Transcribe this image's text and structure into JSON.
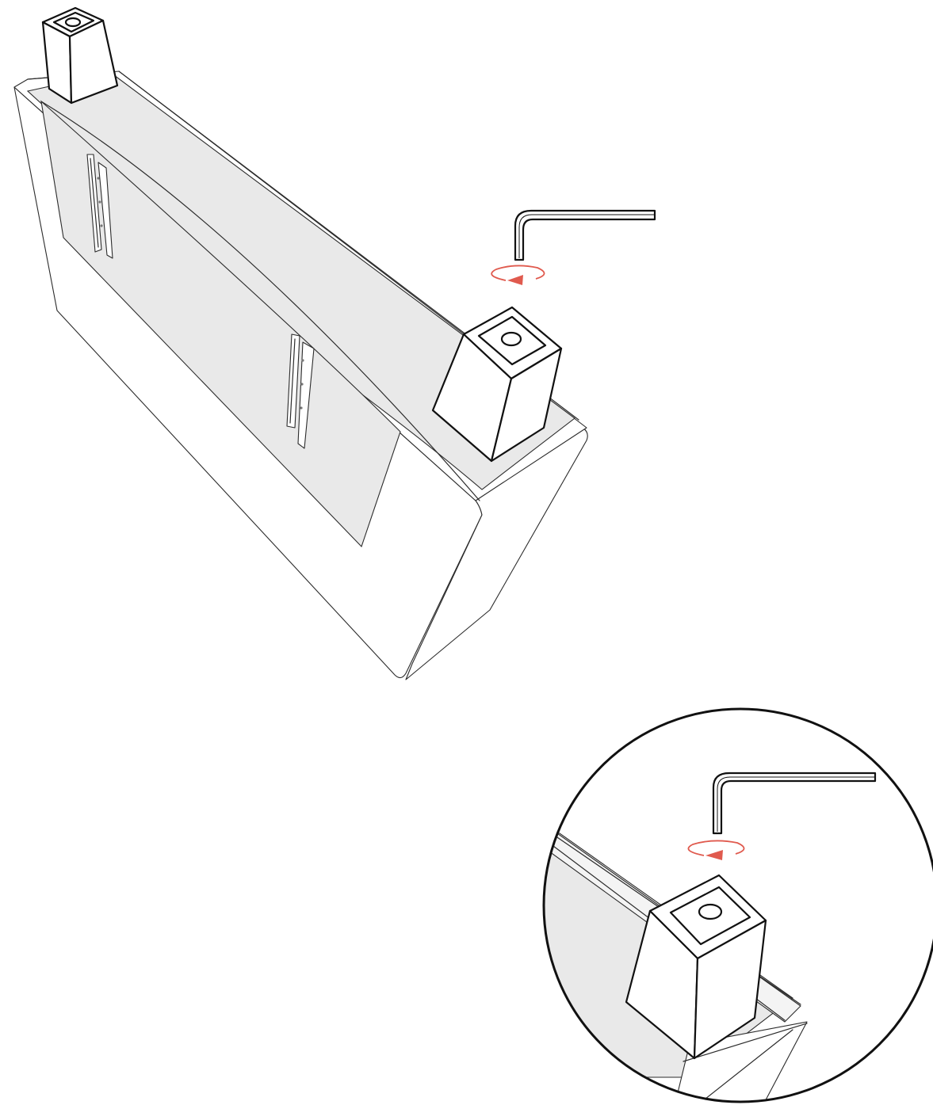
{
  "title": "",
  "colors": {
    "line": "#2b2b2b",
    "panel": "#e9e9e9",
    "background": "#ffffff",
    "rotation_arrow": "#e05a4e"
  },
  "icons": {
    "tool": "hex-key-icon",
    "rotation": "counterclockwise-rotation-icon"
  },
  "scene": {
    "parts": [
      "headboard",
      "leg-left",
      "leg-right",
      "mounting-bracket-left",
      "mounting-bracket-right",
      "allen-key"
    ],
    "detail_view": "circular-zoom-on-right-leg"
  }
}
